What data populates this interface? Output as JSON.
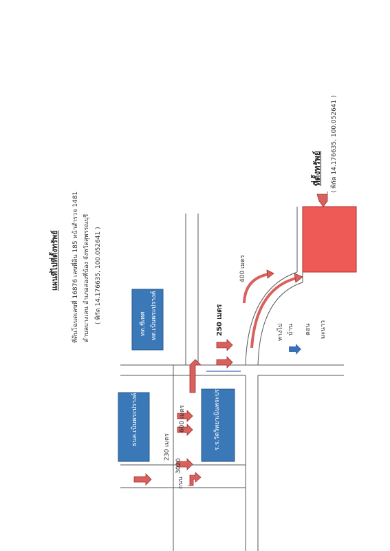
{
  "map": {
    "title": "แผนที่ไปที่ตั้งทรัพย์",
    "subtitle_1": "ที่ดินโฉนดเลขที่ 16876 เลขที่ดิน 185 หน้าสำรวจ 1481",
    "subtitle_2": "ตำบลบางเลน อำเภอสองพี่น้อง จังหวัดสุพรรณบุรี",
    "subtitle_3": "( พิกัด 14.176635, 100.052641 )",
    "site_label": "ที่ตั้งทรัพย์",
    "site_coords": "( พิกัด 14.176635, 100.052641 )",
    "site_color": "#ee5a55",
    "building_color": "#3b78b8",
    "arrow_color": "#d8605d"
  },
  "labels": {
    "bank": "ธนค.เนินพระปรางค์",
    "municipality": "ทต.เนินพระปรางค์",
    "school": "ร.ร.วัดวิทยาเนินพระปรางค์",
    "road_prefix": "ถนน",
    "road_number": "3020",
    "dist_230": "230 เมตร",
    "dist_600": "600 เมตร",
    "dist_250": "250 เมตร",
    "dist_400": "400 เมตร",
    "to_go": "ทางไป",
    "village_1": "บ้าน",
    "village_2": "ดอน",
    "village_3": "มะนาว"
  }
}
